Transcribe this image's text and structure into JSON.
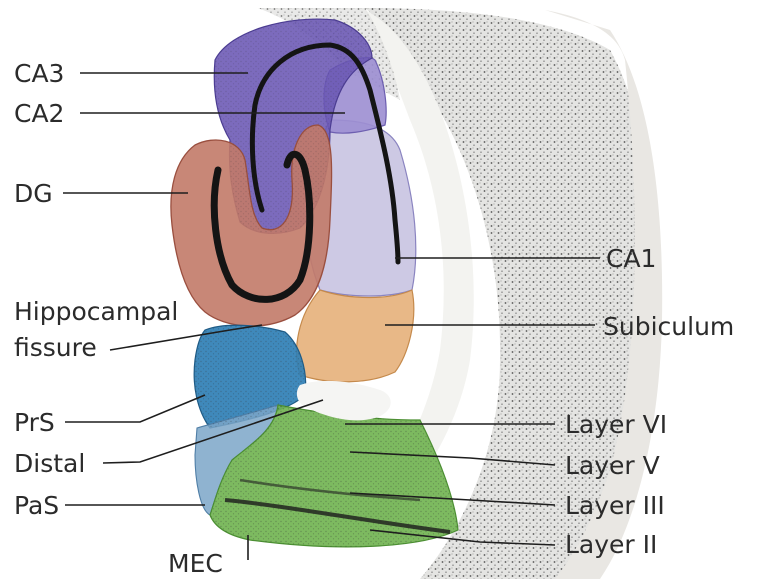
{
  "labels": {
    "ca3": "CA3",
    "ca2": "CA2",
    "dg": "DG",
    "hippocampal_fissure": [
      "Hippocampal",
      "fissure"
    ],
    "prs": "PrS",
    "distal": "Distal",
    "pas": "PaS",
    "mec": "MEC",
    "ca1": "CA1",
    "subiculum": "Subiculum",
    "layer_vi": "Layer VI",
    "layer_v": "Layer V",
    "layer_iii": "Layer III",
    "layer_ii": "Layer II"
  },
  "colors": {
    "ca3": "#6a57b4",
    "ca2": "#8a79c8",
    "dg": "#c27a68",
    "ca1": "#b8b4d8",
    "subiculum": "#e6b07a",
    "prs": "#2f7fb5",
    "mec": "#6fb24f",
    "tissue": "#d9d9d9",
    "cell_layer": "#1a1a1a"
  }
}
